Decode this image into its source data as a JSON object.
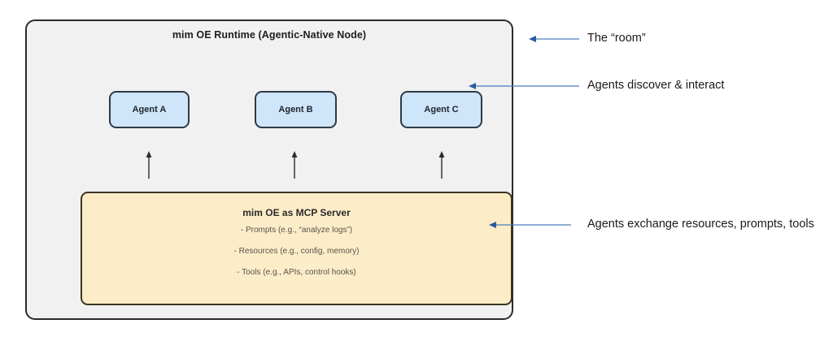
{
  "diagram": {
    "runtime": {
      "title": "mim OE Runtime (Agentic-Native Node)",
      "fill_color": "#f1f1f1",
      "border_color": "#2b2b2b"
    },
    "agents": [
      {
        "label": "Agent A"
      },
      {
        "label": "Agent B"
      },
      {
        "label": "Agent C"
      }
    ],
    "agent_style": {
      "fill_color": "#cfe5f9",
      "border_color": "#2e3a46"
    },
    "connectors": [
      {
        "name": "mcp-to-agent-a",
        "direction": "up"
      },
      {
        "name": "mcp-to-agent-b",
        "direction": "up"
      },
      {
        "name": "mcp-to-agent-c",
        "direction": "up"
      }
    ],
    "mcp_server": {
      "title": "mim OE as MCP Server",
      "items": [
        "- Prompts (e.g., “analyze logs”)",
        "- Resources (e.g., config, memory)",
        "- Tools (e.g., APIs, control hooks)"
      ],
      "fill_color": "#fcedc8",
      "border_color": "#3d3520"
    },
    "annotations": [
      {
        "label": "The “room”",
        "target": "runtime-box"
      },
      {
        "label": "Agents discover & interact",
        "target": "agent-c"
      },
      {
        "label": "Agents exchange resources, prompts, tools",
        "target": "mcp-server-box"
      }
    ],
    "annotation_color": "#4a7ebb"
  }
}
